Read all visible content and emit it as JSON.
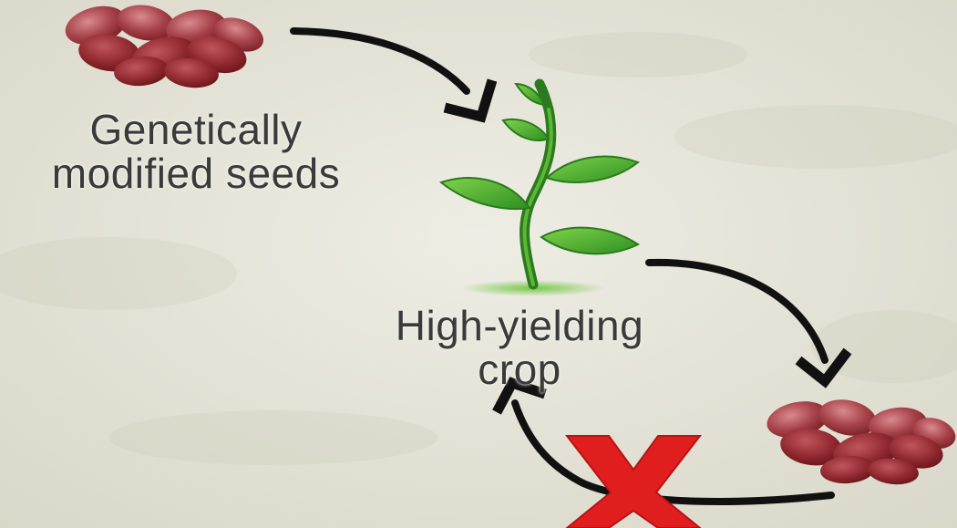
{
  "diagram": {
    "nodes": {
      "seeds_label": {
        "line1": "Genetically",
        "line2": "modified seeds"
      },
      "crop_label": {
        "line1": "High-yielding",
        "line2": "crop"
      }
    },
    "edges": [
      {
        "from": "modified-seeds",
        "to": "high-yielding-crop",
        "blocked": false
      },
      {
        "from": "high-yielding-crop",
        "to": "harvested-seeds",
        "blocked": false
      },
      {
        "from": "harvested-seeds",
        "to": "high-yielding-crop",
        "blocked": true
      }
    ],
    "colors": {
      "background": "#e6e4d8",
      "arrow": "#111111",
      "cross": "#e01e1e",
      "leaf": "#3aa52a",
      "stem": "#2c7a1f",
      "seed_dark": "#8e2a30",
      "seed_light": "#b85a5f"
    },
    "icons": [
      "seeds-icon",
      "plant-icon",
      "cross-icon",
      "arrow-icon"
    ]
  }
}
